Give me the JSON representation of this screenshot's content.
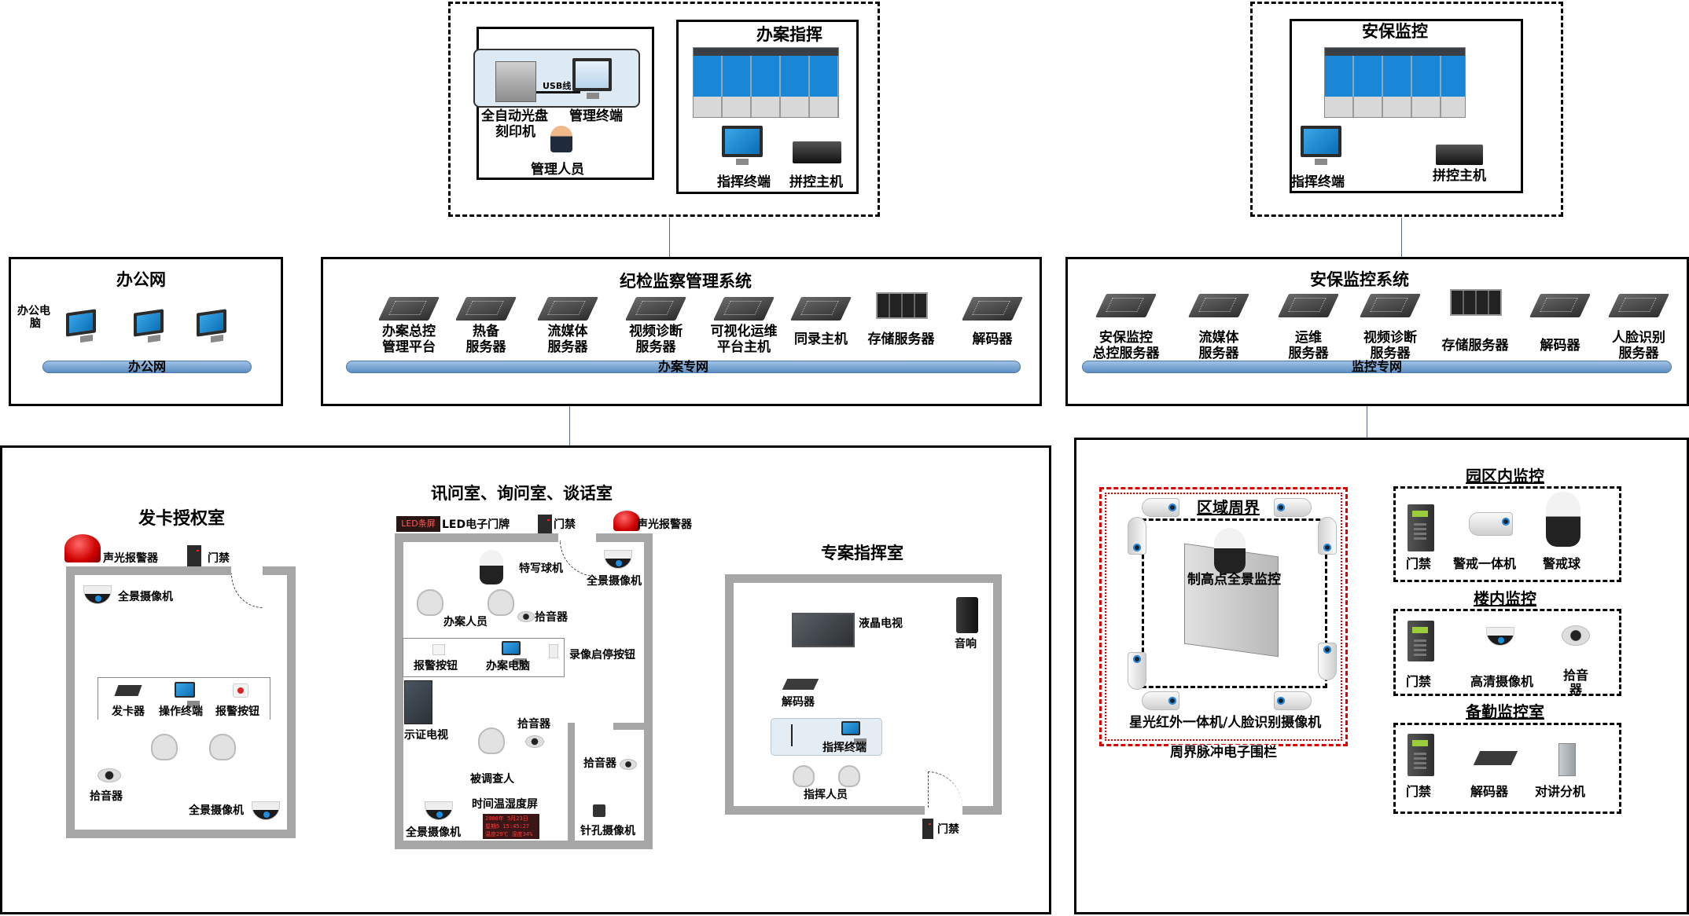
{
  "top": {
    "case_handling_group": {
      "burner_group": {
        "usb_label": "USB线",
        "burner_label": "全自动光盘\n刻印机",
        "burner_line1": "全自动光盘",
        "burner_line2": "刻印机",
        "terminal_label": "管理终端",
        "admin_label": "管理人员"
      },
      "command": {
        "title": "办案指挥",
        "terminal_label": "指挥终端",
        "controller_label": "拼控主机"
      }
    },
    "security_group": {
      "title": "安保监控",
      "terminal_label": "指挥终端",
      "controller_label": "拼控主机"
    }
  },
  "office_net": {
    "title": "办公网",
    "pc_label_line1": "办公电",
    "pc_label_line2": "脑",
    "pipe_label": "办公网"
  },
  "discipline_system": {
    "title": "纪检监察管理系统",
    "pipe_label": "办案专网",
    "devices": [
      {
        "icon": "cms-server-icon",
        "line1": "办案总控",
        "line2": "管理平台"
      },
      {
        "icon": "server-icon",
        "line1": "热备",
        "line2": "服务器"
      },
      {
        "icon": "server-icon",
        "line1": "流媒体",
        "line2": "服务器"
      },
      {
        "icon": "server-icon",
        "line1": "视频诊断",
        "line2": "服务器"
      },
      {
        "icon": "server-icon",
        "line1": "可视化运维",
        "line2": "平台主机"
      },
      {
        "icon": "server-icon",
        "line1": "同录主机",
        "line2": ""
      },
      {
        "icon": "storage-server-icon",
        "line1": "存储服务器",
        "line2": ""
      },
      {
        "icon": "decoder-icon",
        "line1": "解码器",
        "line2": ""
      }
    ]
  },
  "security_system": {
    "title": "安保监控系统",
    "pipe_label": "监控专网",
    "devices": [
      {
        "icon": "cms-server-icon",
        "line1": "安保监控",
        "line2": "总控服务器"
      },
      {
        "icon": "server-icon",
        "line1": "流媒体",
        "line2": "服务器"
      },
      {
        "icon": "server-icon",
        "line1": "运维",
        "line2": "服务器"
      },
      {
        "icon": "server-icon",
        "line1": "视频诊断",
        "line2": "服务器"
      },
      {
        "icon": "storage-server-icon",
        "line1": "存储服务器",
        "line2": ""
      },
      {
        "icon": "decoder-icon",
        "line1": "解码器",
        "line2": ""
      },
      {
        "icon": "server-icon",
        "line1": "人脸识别",
        "line2": "服务器"
      }
    ]
  },
  "card_room": {
    "title": "发卡授权室",
    "alarm_label": "声光报警器",
    "access_label": "门禁",
    "camera_top_label": "全景摄像机",
    "desk_items": [
      "发卡器",
      "操作终端",
      "报警按钮"
    ],
    "mic_label": "拾音器",
    "camera_bottom_label": "全景摄像机"
  },
  "interrogation_room": {
    "title": "讯问室、询问室、谈话室",
    "led_screen_text": "LED条屏",
    "led_label": "LED电子门牌",
    "access_label": "门禁",
    "alarm_label": "声光报警器",
    "ptz_label": "特写球机",
    "camera_label": "全景摄像机",
    "staff_label": "办案人员",
    "mic_label": "拾音器",
    "desk_items": [
      "报警按钮",
      "办案电脑"
    ],
    "record_button_label": "录像启停按钮",
    "evidence_tv_label": "示证电视",
    "mic2_label": "拾音器",
    "subject_label": "被调查人",
    "clock_label": "时间温湿度屏",
    "clock_lines": [
      "2008年 5月23日",
      "星期5  15:45:27",
      "温度29℃  湿度34%"
    ],
    "camera_bottom_label": "全景摄像机",
    "side_mic_label": "拾音器",
    "pinhole_label": "针孔摄像机"
  },
  "command_room": {
    "title": "专案指挥室",
    "tv_label": "液晶电视",
    "speaker_label": "音响",
    "decoder_label": "解码器",
    "terminal_label": "指挥终端",
    "staff_label": "指挥人员",
    "access_label": "门禁"
  },
  "perimeter": {
    "zone_title": "区域周界",
    "center_label": "制高点全景监控",
    "camera_label": "星光红外一体机/人脸识别摄像机",
    "fence_label": "周界脉冲电子围栏"
  },
  "campus_monitor": {
    "title": "园区内监控",
    "items": [
      "门禁",
      "警戒一体机",
      "警戒球"
    ]
  },
  "building_monitor": {
    "title": "楼内监控",
    "items": [
      "门禁",
      "高清摄像机",
      "拾音\n器"
    ],
    "mic_line1": "拾音",
    "mic_line2": "器"
  },
  "duty_room": {
    "title": "备勤监控室",
    "items": [
      "门禁",
      "解码器",
      "对讲分机"
    ]
  },
  "colors": {
    "pipe": "#7fa8d6",
    "fence_red": "#e00000",
    "wall_gray": "#a6a6a6",
    "screen_blue": "#1a86d6"
  }
}
